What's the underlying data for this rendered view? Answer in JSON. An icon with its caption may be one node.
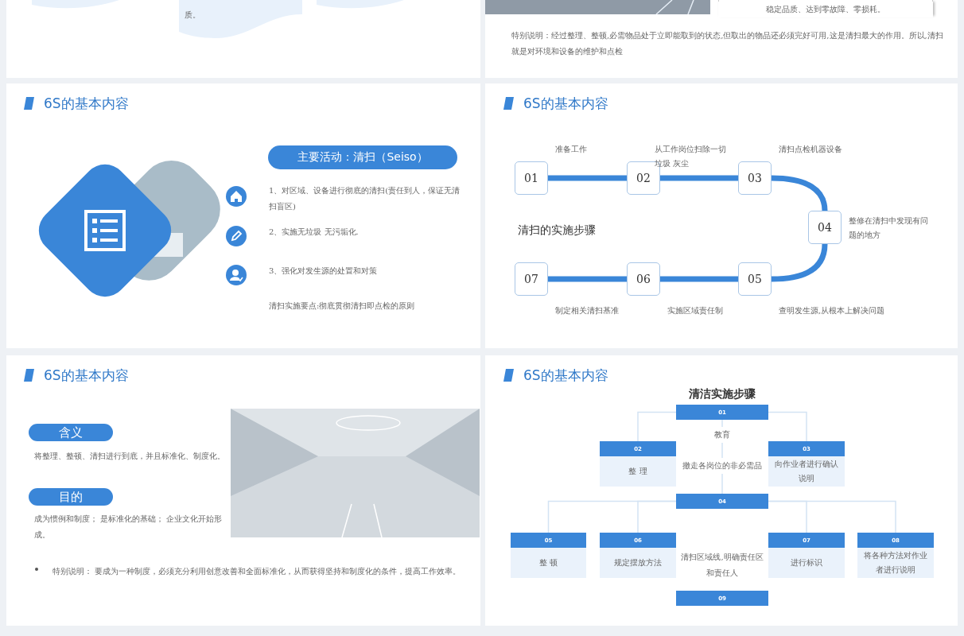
{
  "diagram": {
    "nodes": [
      {
        "text": [
          "主要活动：清扫（Seiso）"
        ]
      },
      {
        "text": [
          "01"
        ],
        "beside": [
          "准备工作"
        ]
      },
      {
        "text": [
          "02"
        ],
        "beside": [
          "从工作岗位扫除一切垃圾 灰尘"
        ]
      },
      {
        "text": [
          "03"
        ],
        "beside": [
          "清扫点检机器设备"
        ]
      },
      {
        "text": [
          "04"
        ],
        "beside": [
          "整修在清扫中发现有问题的地方"
        ]
      },
      {
        "text": [
          "05"
        ],
        "beside": [
          "查明发生源,从根本上解决问题"
        ]
      },
      {
        "text": [
          "06"
        ],
        "beside": [
          "实施区域责任制"
        ]
      },
      {
        "text": [
          "07"
        ],
        "beside": [
          "制定相关清扫基准"
        ]
      },
      {
        "text": [
          "含义"
        ]
      },
      {
        "text": [
          "目的"
        ]
      },
      {
        "text": [
          "01"
        ]
      },
      {
        "text": [
          "02",
          "整 理"
        ]
      },
      {
        "text": [
          "03",
          "向作业者进行确认说明"
        ]
      },
      {
        "text": [
          "04"
        ]
      },
      {
        "text": [
          "05",
          "整 顿"
        ]
      },
      {
        "text": [
          "06",
          "规定摆放方法"
        ]
      },
      {
        "text": [
          "07",
          "进行标识"
        ]
      },
      {
        "text": [
          "08",
          "将各种方法对作业者进行说明"
        ]
      },
      {
        "text": [
          "09"
        ]
      }
    ],
    "edges": [
      {
        "from": 1,
        "to": 2,
        "arrow": "none",
        "style": "thick",
        "color": "#3a86d8"
      },
      {
        "from": 2,
        "to": 3,
        "arrow": "none",
        "style": "thick",
        "color": "#3a86d8"
      },
      {
        "from": 3,
        "to": 4,
        "arrow": "none",
        "style": "thick",
        "color": "#3a86d8"
      },
      {
        "from": 4,
        "to": 5,
        "arrow": "none",
        "style": "thick",
        "color": "#3a86d8"
      },
      {
        "from": 5,
        "to": 6,
        "arrow": "none",
        "style": "thick",
        "color": "#3a86d8"
      },
      {
        "from": 6,
        "to": 7,
        "arrow": "none",
        "style": "thick",
        "color": "#3a86d8"
      },
      {
        "from": 10,
        "to": 11,
        "arrow": "none"
      },
      {
        "from": 10,
        "to": 12,
        "arrow": "none"
      },
      {
        "from": 10,
        "to": 13,
        "arrow": "none"
      },
      {
        "from": 13,
        "to": 14,
        "arrow": "none"
      },
      {
        "from": 13,
        "to": 15,
        "arrow": "none"
      },
      {
        "from": 13,
        "to": 16,
        "arrow": "none"
      },
      {
        "from": 13,
        "to": 17,
        "arrow": "none"
      }
    ],
    "labels": [
      "质。",
      "稳定品质、达到零故障、零损耗。",
      "特别说明：经过整理、整顿,必需物品处于立即能取到的状态,但取出的物品还必须完好可用,这是清扫最大的作用。所以,清扫就是对环境和设备的维护和点检",
      "6S的基本内容",
      "1、对区域、设备进行彻底的清扫(责任到人，保证无清扫盲区)",
      "2、实施无垃圾 无污垢化.",
      "3、强化对发生源的处置和对策",
      "清扫实施要点:彻底贯彻清扫即点检的原则",
      "6S的基本内容",
      "清扫的实施步骤",
      "6S的基本内容",
      "将整理、整顿、清扫进行到底，并且标准化、制度化。",
      "成为惯例和制度； 是标准化的基础； 企业文化开始形成。",
      "特别说明： 要成为一种制度，必须充分利用创意改善和全面标准化，从而获得坚持和制度化的条件，提高工作效率。",
      "6S的基本内容",
      "清洁实施步骤",
      "教育",
      "撤走各岗位的非必需品",
      "清扫区域线,明确责任区和责任人"
    ]
  }
}
